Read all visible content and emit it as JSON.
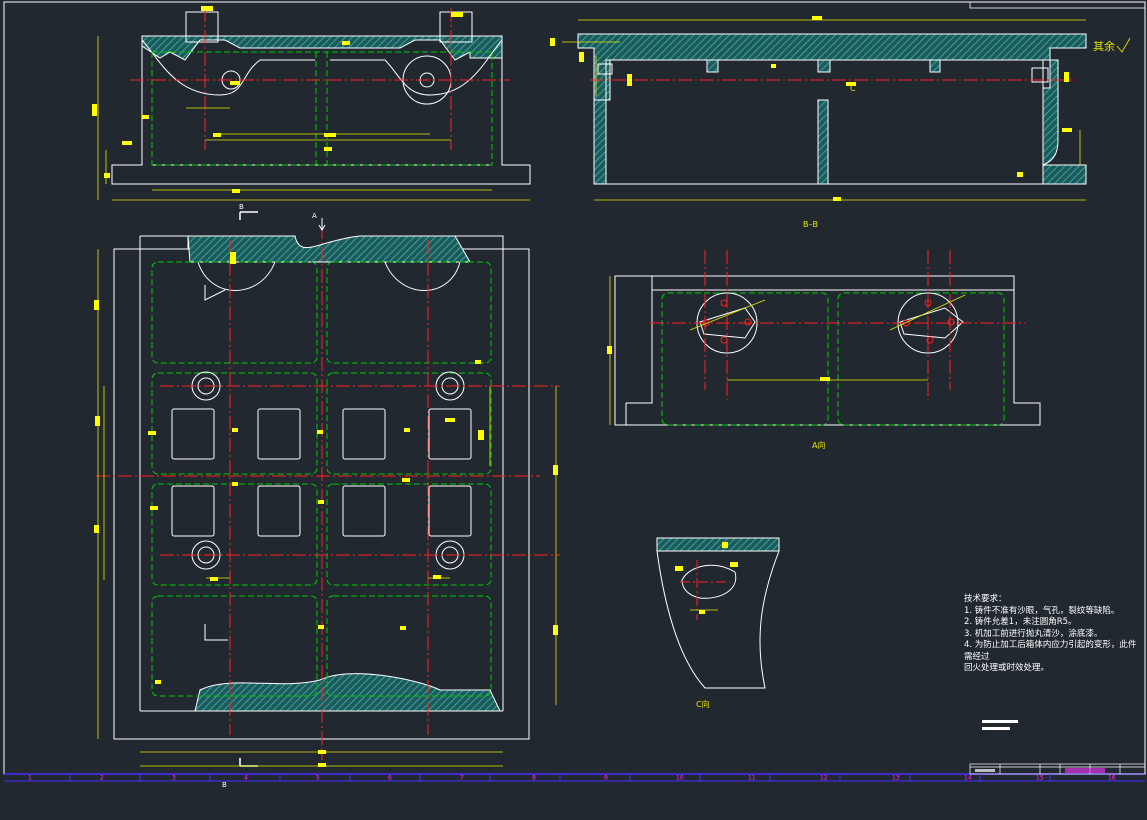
{
  "colors": {
    "background": "#212830",
    "outline": "#ffffff",
    "hidden_line": "#00cc00",
    "center_line": "#ff2020",
    "hatch": "#2fa6a6",
    "dimension": "#e6e600",
    "dimension_text": "#ffff00",
    "border": "#4a2cff",
    "magenta": "#ff33ff"
  },
  "labels": {
    "section_bb": "B–B",
    "view_a": "A向",
    "view_c": "C向",
    "cut_b_top": "B",
    "cut_b_bottom": "B",
    "cut_a": "A",
    "c_marker": "C",
    "roughness": "其余"
  },
  "notes": {
    "title": "技术要求：",
    "items": [
      "1.  铸件不准有沙眼，气孔，裂纹等缺陷。",
      "2.  铸件允差1，未注圆角R5。",
      "3.  机加工前进行抛丸清沙，涂底漆。",
      "4.  为防止加工后箱体内应力引起的变形，此件需经过",
      "      回火处理或时效处理。"
    ]
  },
  "border_numbers": [
    "1",
    "2",
    "3",
    "4",
    "5",
    "6",
    "7",
    "8",
    "9",
    "10",
    "11",
    "12",
    "13",
    "14",
    "15",
    "16"
  ]
}
